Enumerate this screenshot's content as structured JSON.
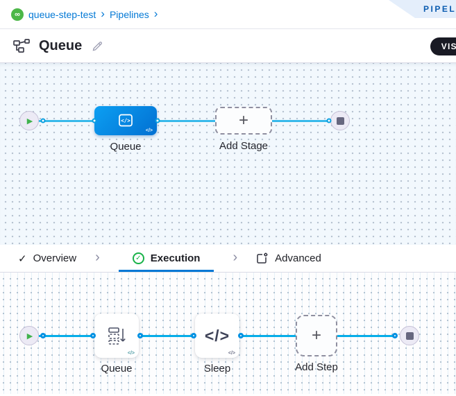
{
  "icons": {
    "infinity": "∞",
    "chevron": "›",
    "plus": "+",
    "check": "✓",
    "play": "▶",
    "code": "</>"
  },
  "breadcrumb": {
    "project": "queue-step-test",
    "section": "Pipelines"
  },
  "ribbon": {
    "label": "PIPELINE STUDIO"
  },
  "header": {
    "title": "Queue",
    "view_toggle": "VISUAL"
  },
  "stage_canvas": {
    "stage": {
      "label": "Queue"
    },
    "add_stage": {
      "label": "Add Stage"
    }
  },
  "tabs": {
    "overview": "Overview",
    "execution": "Execution",
    "advanced": "Advanced"
  },
  "execution_canvas": {
    "steps": [
      {
        "label": "Queue"
      },
      {
        "label": "Sleep"
      }
    ],
    "add_step": {
      "label": "Add Step"
    }
  },
  "colors": {
    "accent": "#0278d5",
    "edge_cyan": "#05ade9",
    "stage_blue": "#0292ee",
    "success_green": "#18b248"
  }
}
